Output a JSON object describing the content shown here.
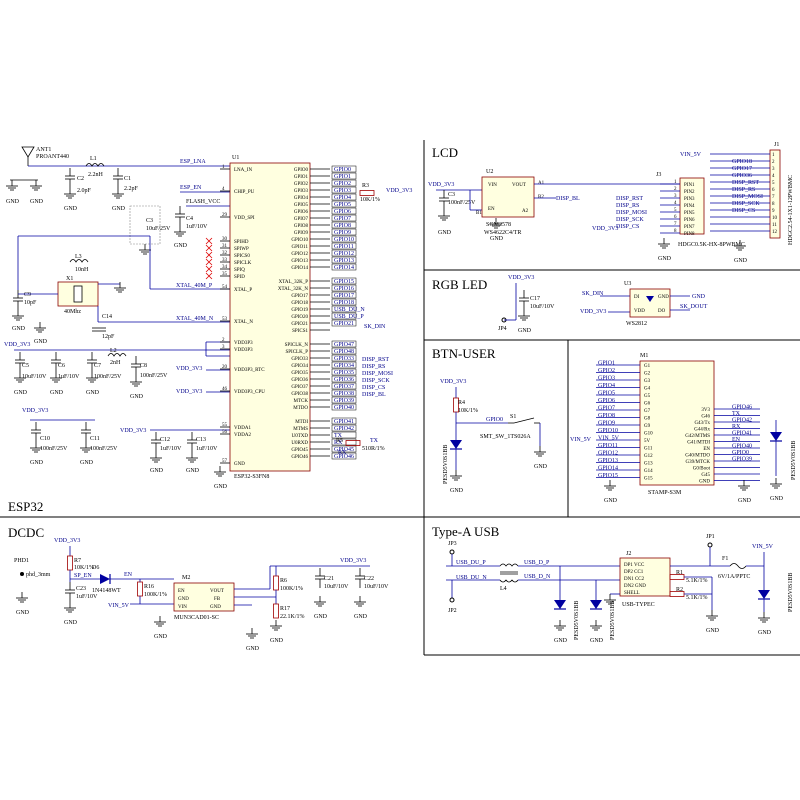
{
  "sections": {
    "esp32": "ESP32",
    "dcdc": "DCDC",
    "lcd": "LCD",
    "rgb": "RGB LED",
    "btn": "BTN-USER",
    "usb": "Type-A USB"
  },
  "esp32": {
    "ant_ref": "ANT1",
    "ant_val": "PROANT440",
    "l1_ref": "L1",
    "l1_val": "2.2nH",
    "c2": "C2",
    "c2_val": "2.0pF",
    "c1": "C1",
    "c1_val": "2.2pF",
    "esp_lna": "ESP_LNA",
    "esp_en": "ESP_EN",
    "flash_vcc": "FLASH_VCC",
    "c4": "C4",
    "c4_val": "1uF/10V",
    "c3b": "C3",
    "c3b_val": "10uF/25V",
    "x1": "X1",
    "l3": "L3",
    "l3_val": "10nH",
    "xtal_freq": "40Mhz",
    "c9": "C9",
    "c9_val": "10pF",
    "c14": "C14",
    "c14_val": "12pF",
    "xtal_p": "XTAL_40M_P",
    "xtal_n": "XTAL_40M_N",
    "vdd": "VDD_3V3",
    "c5": "C5",
    "c5_val": "10uF/10V",
    "c6": "C6",
    "c6_val": "1uF/10V",
    "c7": "C7",
    "c7_val": "100nF/25V",
    "l2": "L2",
    "l2_val": "2nH",
    "c8": "C8",
    "c8_val": "100nF/25V",
    "c10": "C10",
    "c10_val": "100nF/25V",
    "c11": "C11",
    "c11_val": "100nF/25V",
    "c12": "C12",
    "c12_val": "1uF/10V",
    "c13": "C13",
    "c13_val": "1uF/10V",
    "u1": "U1",
    "u1_part": "ESP32-S3FN8",
    "r3": "R3",
    "r3_val": "10K/1%",
    "r5": "R5",
    "r5_val": "510R/1%",
    "sk_din": "SK_DIN",
    "tx": "TX",
    "rx": "RX",
    "gnd": "GND",
    "left_pins": [
      "LNA_IN",
      "CHIP_PU",
      "VDD_SPI",
      "SPIHD",
      "SPIWP",
      "SPICS0",
      "SPICLK",
      "SPIQ",
      "SPID",
      "XTAL_P",
      "XTAL_N",
      "VDD3P3",
      "VDD3P3",
      "VDD3P3_RTC",
      "VDD3P3_CPU",
      "VDDA1",
      "VDDA2",
      "GND"
    ],
    "left_nums": [
      "1",
      "4",
      "29",
      "30",
      "31",
      "32",
      "33",
      "34",
      "35",
      "54",
      "53",
      "2",
      "3",
      "20",
      "46",
      "55",
      "56",
      "57"
    ],
    "right_pins": [
      "GPIO0",
      "GPIO1",
      "GPIO2",
      "GPIO3",
      "GPIO4",
      "GPIO5",
      "GPIO6",
      "GPIO7",
      "GPIO8",
      "GPIO9",
      "GPIO10",
      "GPIO11",
      "GPIO12",
      "GPIO13",
      "GPIO14",
      "",
      "XTAL_32K_P",
      "XTAL_32K_N",
      "GPIO17",
      "GPIO18",
      "GPIO19",
      "GPIO20",
      "GPIO21",
      "SPICS1",
      "",
      "SPICLK_N",
      "SPICLK_P",
      "GPIO33",
      "GPIO34",
      "GPIO35",
      "GPIO36",
      "GPIO37",
      "GPIO38",
      "MTCK",
      "MTDO",
      "",
      "MTDI",
      "MTMS",
      "U0TXD",
      "U0RXD",
      "GPIO45",
      "GPIO46"
    ],
    "right_nets": [
      "GPIO0",
      "GPIO1",
      "GPIO2",
      "GPIO3",
      "GPIO4",
      "GPIO5",
      "GPIO6",
      "GPIO7",
      "GPIO8",
      "GPIO9",
      "GPIO10",
      "GPIO11",
      "GPIO12",
      "GPIO13",
      "GPIO14",
      "",
      "GPIO15",
      "GPIO16",
      "GPIO17",
      "GPIO18",
      "USB_DU_N",
      "USB_DU_P",
      "GPIO21",
      "",
      "",
      "GPIO47",
      "GPIO48",
      "GPIO33",
      "GPIO34",
      "GPIO35",
      "GPIO36",
      "GPIO37",
      "GPIO38",
      "GPIO39",
      "GPIO40",
      "",
      "GPIO41",
      "GPIO42",
      "TX",
      "RX",
      "GPIO45",
      "GPIO46"
    ],
    "extra_nets": [
      "DISP_RST",
      "DISP_RS",
      "DISP_MOSI",
      "DISP_SCK",
      "DISP_CS",
      "DISP_BL"
    ]
  },
  "dcdc": {
    "phd1": "PHD1",
    "phd_val": "phd_3mm",
    "vdd": "VDD_3V3",
    "r7": "R7",
    "r7_val": "10K/1%",
    "d6": "D6",
    "d6_part": "1N4148WT",
    "sp_en": "SP_EN",
    "en": "EN",
    "c23": "C23",
    "c23_val": "1uF/10V",
    "r16": "R16",
    "r16_val": "100K/1%",
    "vin": "VIN_5V",
    "m2": "M2",
    "m2_part": "MUN3CAD01-SC",
    "m2_pins": [
      "EN",
      "GND",
      "VIN",
      "VOUT",
      "FB",
      "GND"
    ],
    "r6": "R6",
    "r6_val": "100K/1%",
    "r17": "R17",
    "r17_val": "22.1K/1%",
    "c21": "C21",
    "c21_val": "10uF/10V",
    "c22": "C22",
    "c22_val": "10uF/10V",
    "vdd_out": "VDD_3V3",
    "gnd": "GND"
  },
  "lcd": {
    "vdd": "VDD_3V3",
    "c3": "C3",
    "c3_val": "100nF/25V",
    "u2": "U2",
    "u2_part": "SGM2578",
    "u2_sub": "WS4622C4/TR",
    "u2_pins": [
      "VIN",
      "EN",
      "VOUT",
      "A1",
      "B1",
      "A2",
      "B2"
    ],
    "disp_bl": "DISP_BL",
    "j3": "J3",
    "j3_part": "HDGC0.5K-HX-8PWBMC",
    "j3_pins": [
      "PIN1",
      "PIN2",
      "PIN3",
      "PIN4",
      "PIN5",
      "PIN6",
      "PIN7",
      "PIN8"
    ],
    "j3_nets": [
      "DISP_RST",
      "DISP_RS",
      "DISP_MOSI",
      "DISP_SCK",
      "DISP_CS"
    ],
    "vdd2": "VDD_3V3",
    "vin": "VIN_5V",
    "j1": "J1",
    "j1_part": "HDGC2.54-1X1-12PWBMC",
    "j1_nets": [
      "GPIO18",
      "GPIO17",
      "GPIO36",
      "DISP_RST",
      "DISP_RS",
      "DISP_MOSI",
      "DISP_SCK",
      "DISP_CS"
    ],
    "j1_nums": [
      "1",
      "2",
      "3",
      "4",
      "5",
      "6",
      "7",
      "8",
      "9",
      "10",
      "11",
      "12"
    ],
    "gnd": "GND"
  },
  "rgb": {
    "vdd": "VDD_3V3",
    "c17": "C17",
    "c17_val": "10uF/10V",
    "jp4": "JP4",
    "u3": "U3",
    "u3_part": "WS2812",
    "u3_pins": [
      "DI",
      "VDD",
      "GND",
      "DO"
    ],
    "sk_din": "SK_DIN",
    "sk_dout": "SK_DOUT",
    "vdd2": "VDD_3V3",
    "gnd": "GND"
  },
  "btn": {
    "vdd": "VDD_3V3",
    "r4": "R4",
    "r4_val": "10K/1%",
    "gpio0": "GPIO0",
    "s1": "S1",
    "s1_part": "SMT_SW_1TS026A",
    "d_part": "PESD5V0S1BB",
    "gnd": "GND",
    "m1": "M1",
    "m1_part": "STAMP-S3M",
    "m1_left_nets": [
      "GPIO1",
      "GPIO2",
      "GPIO3",
      "GPIO4",
      "GPIO5",
      "GPIO6",
      "GPIO7",
      "GPIO8",
      "GPIO9",
      "GPIO10",
      "VIN_5V",
      "GPIO11",
      "GPIO12",
      "GPIO13",
      "GPIO14",
      "GPIO15"
    ],
    "m1_left_pins": [
      "G1",
      "G2",
      "G3",
      "G4",
      "G5",
      "G6",
      "G7",
      "G8",
      "G9",
      "G10",
      "5V",
      "G11",
      "G12",
      "G13",
      "G14",
      "G15"
    ],
    "m1_right_pins": [
      "3V3",
      "G46",
      "G43/Tx",
      "G44/Rx",
      "G42/MTMS",
      "G41/MTDI",
      "EN",
      "G40/MTDO",
      "G39/MTCK",
      "G0/Boot",
      "G45",
      "GND"
    ],
    "m1_right_nets": [
      "GPIO46",
      "TX",
      "GPIO42",
      "RX",
      "GPIO41",
      "EN",
      "GPIO40",
      "GPIO0",
      "GPIO39"
    ],
    "vin": "VIN_5V",
    "d3_part": "PESD5V0S1BB"
  },
  "usb": {
    "jp3": "JP3",
    "jp2": "JP2",
    "jp1": "JP1",
    "usb_dun": "USB_DU_N",
    "usb_dup": "USB_DU_P",
    "usb_dp": "USB_D_P",
    "usb_dn": "USB_D_N",
    "l4": "L4",
    "j2": "J2",
    "j2_part": "USB-TYPEC",
    "d_part1": "PESD5V0S1BB",
    "d_part2": "PESD5V0S1BB",
    "r1": "R1",
    "r1_val": "5.1K/1%",
    "r2": "R2",
    "r2_val": "5.1K/1%",
    "f1": "F1",
    "f1_val": "6V/1A/PPTC",
    "vin": "VIN_5V",
    "d_part3": "PESD5V0S1BB",
    "gnd": "GND"
  }
}
